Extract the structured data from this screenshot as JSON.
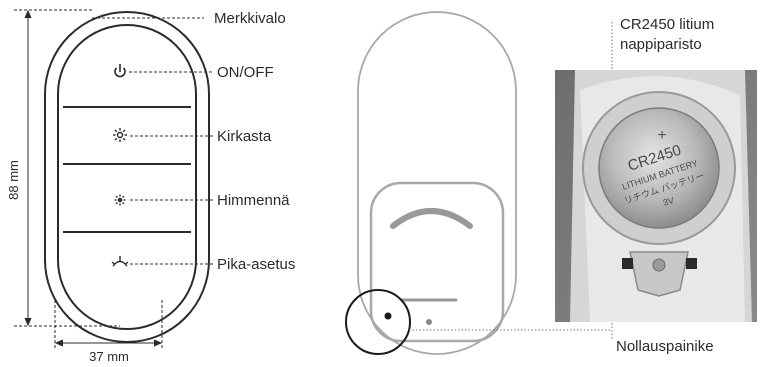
{
  "remote_labels": {
    "indicator_light": "Merkkivalo",
    "on_off": "ON/OFF",
    "brighten": "Kirkasta",
    "dim": "Himmennä",
    "quick_setting": "Pika-asetus"
  },
  "dimensions": {
    "height": "88 mm",
    "width": "37 mm"
  },
  "battery": {
    "label_line1": "CR2450 litium",
    "label_line2": "nappiparisto",
    "coin_text_model": "CR2450",
    "coin_text_type": "LITHIUM BATTERY",
    "coin_text_jp": "リチウム バッテリー",
    "coin_text_voltage": "3V",
    "coin_symbol": "+"
  },
  "reset": {
    "label": "Nollauspainike"
  },
  "colors": {
    "outline": "#2b2b2b",
    "back_outline": "#a8a8a8",
    "photo_bg": "#7b7b7b"
  }
}
